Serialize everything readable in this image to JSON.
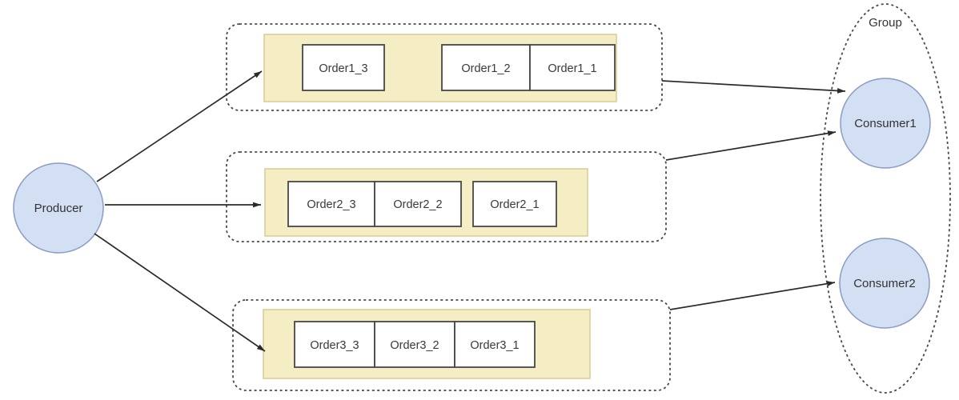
{
  "diagram": {
    "producer": {
      "label": "Producer"
    },
    "partitions": [
      {
        "orders": [
          "Order1_3",
          "Order1_2",
          "Order1_1"
        ]
      },
      {
        "orders": [
          "Order2_3",
          "Order2_2",
          "Order2_1"
        ]
      },
      {
        "orders": [
          "Order3_3",
          "Order3_2",
          "Order3_1"
        ]
      }
    ],
    "group": {
      "label": "Group",
      "consumers": [
        {
          "label": "Consumer1"
        },
        {
          "label": "Consumer2"
        }
      ]
    },
    "arrows": [
      "producer-to-partition-1",
      "producer-to-partition-2",
      "producer-to-partition-3",
      "partition-1-to-consumer-1",
      "partition-2-to-consumer-1",
      "partition-3-to-consumer-2"
    ],
    "colors": {
      "node_fill": "#d3dff3",
      "node_stroke": "#8a9cc4",
      "queue_fill": "#f5edc3",
      "queue_stroke": "#d8cb93",
      "order_box_fill": "#ffffff",
      "order_box_stroke": "#474747",
      "dashed_stroke": "#4a4a4a",
      "arrow": "#2b2b2b",
      "text": "#333333",
      "background": "#ffffff"
    }
  }
}
